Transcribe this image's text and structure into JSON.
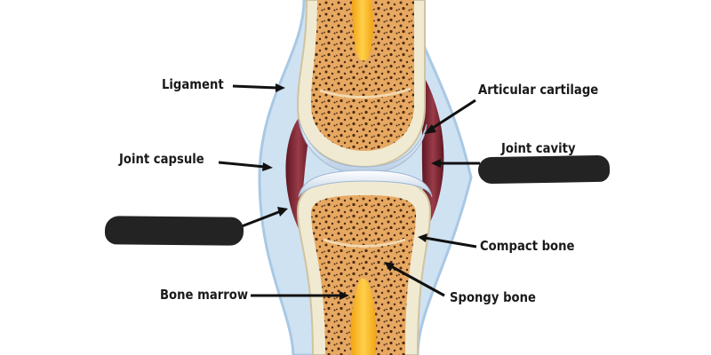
{
  "labels": {
    "ligament": "Ligament",
    "articular_cartilage": "Articular cartilage",
    "joint_capsule": "Joint capsule",
    "joint_cavity": "Joint cavity",
    "compact_bone": "Compact bone",
    "bone_marrow": "Bone marrow",
    "spongy_bone": "Spongy bone"
  },
  "colors": {
    "outer_tissue": "#cfe2f2",
    "outer_edge": "#a9c8e4",
    "capsule": "#7d2633",
    "bone_shell": "#f0ead2",
    "spongy": "#e7a861",
    "marrow": "#f7b724",
    "cartilage": "#e6eef8",
    "redaction": "#232323"
  }
}
